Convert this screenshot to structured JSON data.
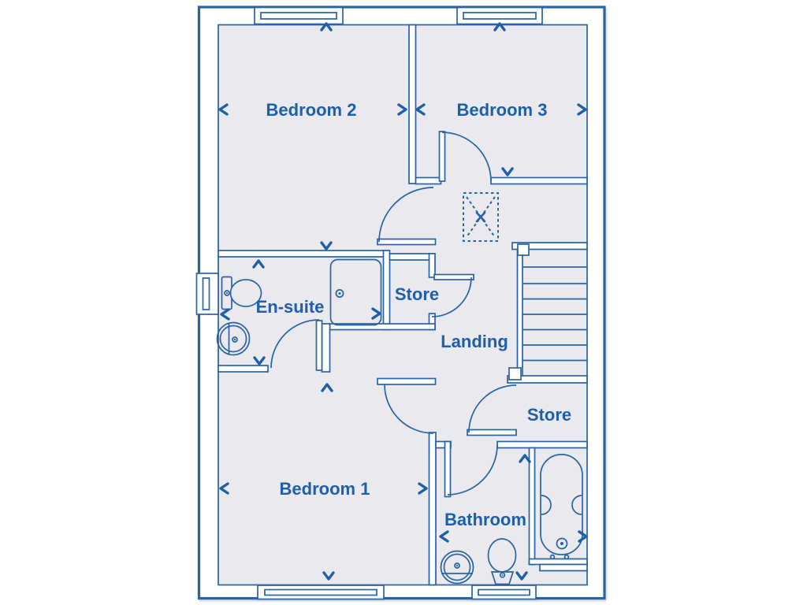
{
  "plan": {
    "type": "floor-plan",
    "colors": {
      "wall_line": "#2a62a2",
      "wall_fill": "#ffffff",
      "floor_fill": "#e9e9ee",
      "label_text": "#1d5fa8",
      "background": "#ffffff"
    },
    "rooms": [
      {
        "id": "bedroom-2",
        "label": "Bedroom 2"
      },
      {
        "id": "bedroom-3",
        "label": "Bedroom 3"
      },
      {
        "id": "en-suite",
        "label": "En-suite"
      },
      {
        "id": "store-middle",
        "label": "Store"
      },
      {
        "id": "landing",
        "label": "Landing"
      },
      {
        "id": "store-landing",
        "label": "Store"
      },
      {
        "id": "bedroom-1",
        "label": "Bedroom 1"
      },
      {
        "id": "bathroom",
        "label": "Bathroom"
      }
    ],
    "fixtures": [
      "shower-cubicle",
      "en-suite-toilet",
      "en-suite-basin",
      "bathroom-toilet",
      "bathroom-basin",
      "bathtub",
      "staircase",
      "loft-hatch"
    ],
    "icons": {
      "dimension_chevron_left": "<",
      "dimension_chevron_right": ">",
      "dimension_chevron_up": "^",
      "dimension_chevron_down": "v",
      "loft_hatch": "dashed-box-x"
    },
    "window_count": 5,
    "door_count": 7
  }
}
